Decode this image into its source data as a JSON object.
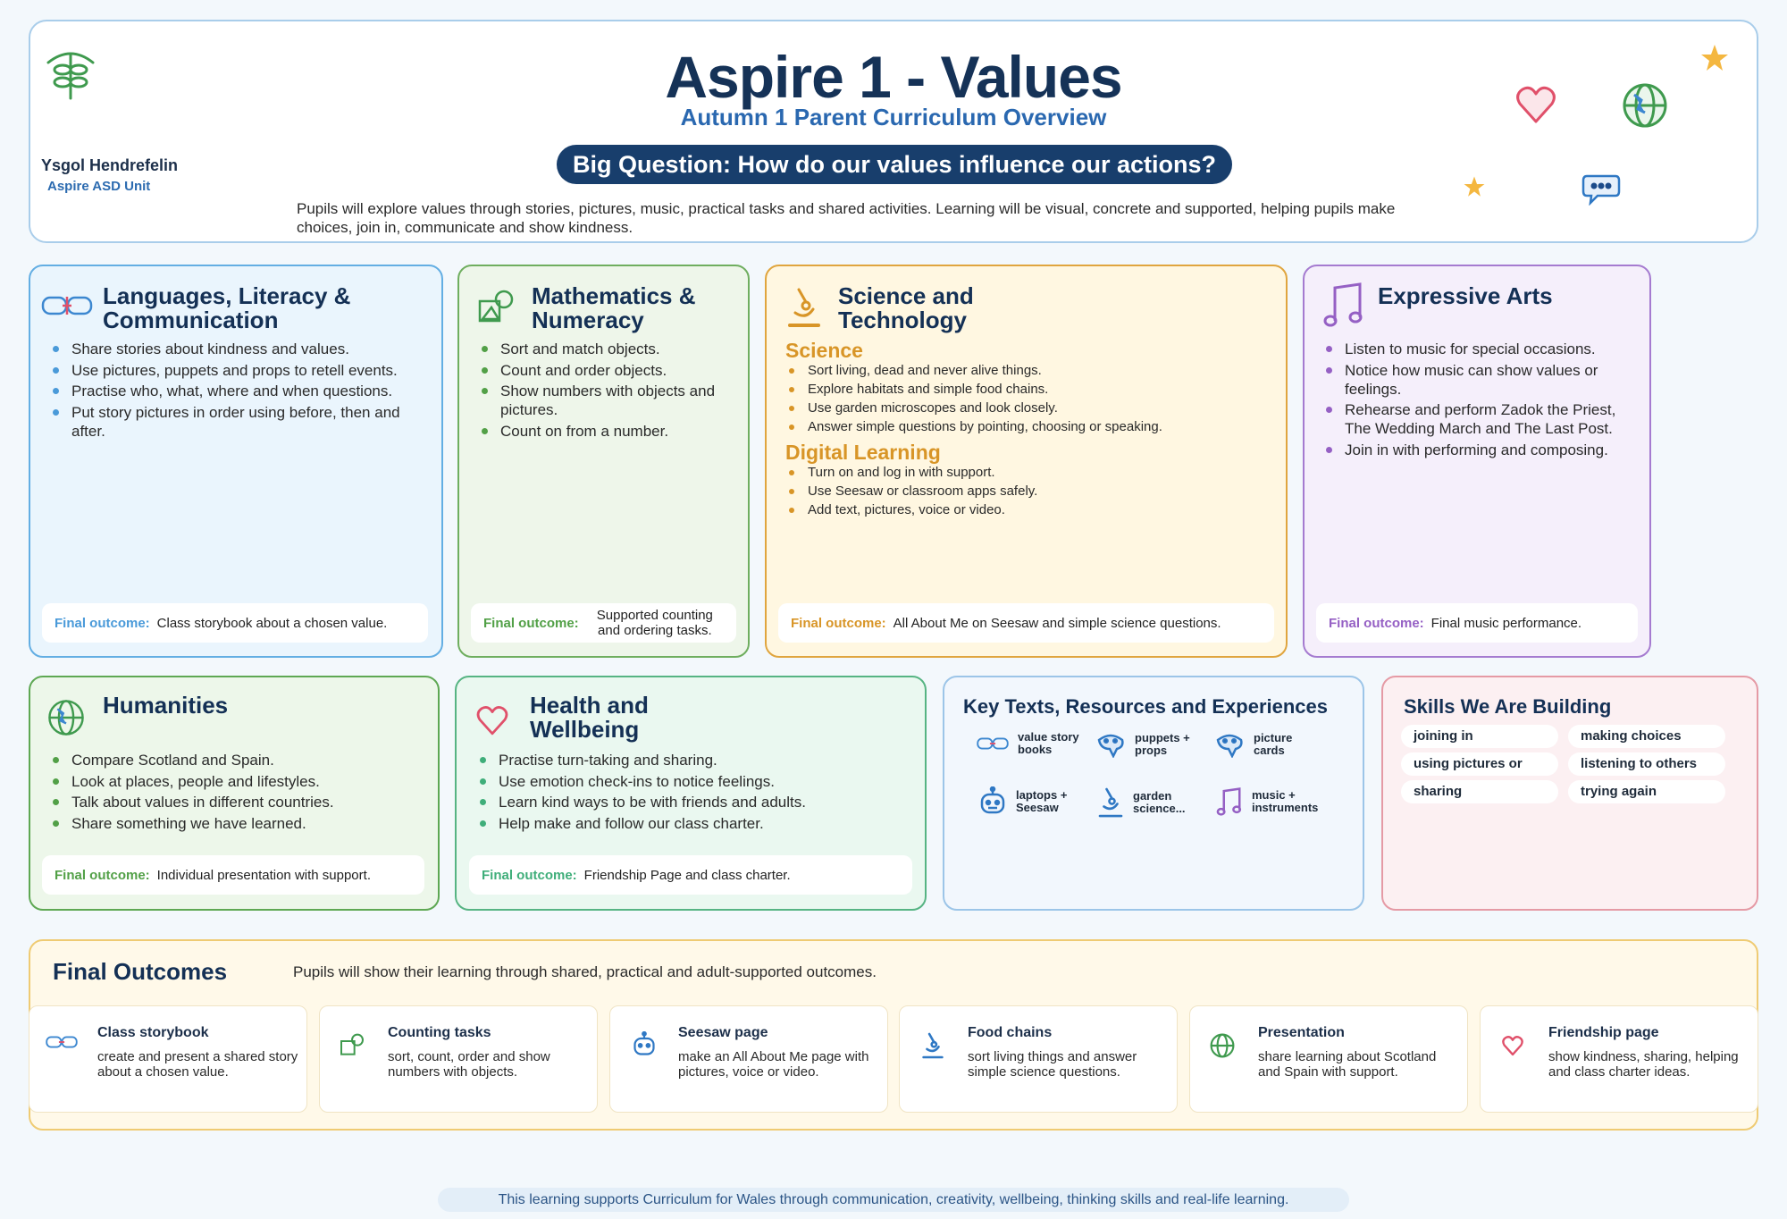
{
  "header": {
    "school_name": "Ysgol Hendrefelin",
    "unit_name": "Aspire ASD Unit",
    "title": "Aspire 1 - Values",
    "subtitle": "Autumn 1 Parent Curriculum Overview",
    "big_question": "Big Question: How do our values influence our actions?",
    "intro": "Pupils will explore values through stories, pictures, music, practical tasks and shared activities. Learning will be visual, concrete and supported, helping pupils make choices, join in, communicate and show kindness."
  },
  "outcome_label": "Final outcome:",
  "cards": {
    "languages": {
      "title": "Languages, Literacy & Communication",
      "bullets": [
        "Share stories about kindness and values.",
        "Use pictures, puppets and props to retell events.",
        "Practise who, what, where and when questions.",
        "Put story pictures in order using before, then and after."
      ],
      "outcome": "Class storybook about a chosen value.",
      "color": "#4a9ad9"
    },
    "maths": {
      "title": "Mathematics & Numeracy",
      "bullets": [
        "Sort and match objects.",
        "Count and order objects.",
        "Show numbers with objects and pictures.",
        "Count on from a number."
      ],
      "outcome": "Supported counting and ordering tasks.",
      "color": "#52a047"
    },
    "science": {
      "title": "Science and Technology",
      "science_heading": "Science",
      "science_bullets": [
        "Sort living, dead and never alive things.",
        "Explore habitats and simple food chains.",
        "Use garden microscopes and look closely.",
        "Answer simple questions by pointing, choosing or speaking."
      ],
      "digital_heading": "Digital Learning",
      "digital_bullets": [
        "Turn on and log in with support.",
        "Use Seesaw or classroom apps safely.",
        "Add text, pictures, voice or video."
      ],
      "outcome": "All About Me on Seesaw and simple science questions.",
      "color": "#d89527"
    },
    "arts": {
      "title": "Expressive Arts",
      "bullets": [
        "Listen to music for special occasions.",
        "Notice how music can show values or feelings.",
        "Rehearse and perform Zadok the Priest, The Wedding March and The Last Post.",
        "Join in with performing and composing."
      ],
      "outcome": "Final music performance.",
      "color": "#9560c4"
    },
    "humanities": {
      "title": "Humanities",
      "bullets": [
        "Compare Scotland and Spain.",
        "Look at places, people and lifestyles.",
        "Talk about values in different countries.",
        "Share something we have learned."
      ],
      "outcome": "Individual presentation with support.",
      "color": "#52a047"
    },
    "health": {
      "title": "Health and Wellbeing",
      "bullets": [
        "Practise turn-taking and sharing.",
        "Use emotion check-ins to notice feelings.",
        "Learn kind ways to be with friends and adults.",
        "Help make and follow our class charter."
      ],
      "outcome": "Friendship Page and class charter.",
      "color": "#3fae7a"
    }
  },
  "resources": {
    "title": "Key Texts, Resources and Experiences",
    "items": [
      "value story books",
      "puppets + props",
      "picture cards",
      "laptops + Seesaw",
      "garden science...",
      "music + instruments"
    ]
  },
  "skills": {
    "title": "Skills We Are Building",
    "items": [
      "joining in",
      "making choices",
      "using pictures or words",
      "listening to others",
      "sharing",
      "trying again"
    ]
  },
  "final_outcomes": {
    "title": "Final Outcomes",
    "desc": "Pupils will show their learning through shared, practical and adult-supported outcomes.",
    "items": [
      {
        "title": "Class storybook",
        "desc": "create and present a shared story about a chosen value."
      },
      {
        "title": "Counting tasks",
        "desc": "sort, count, order and show numbers with objects."
      },
      {
        "title": "Seesaw page",
        "desc": "make an All About Me page with pictures, voice or video."
      },
      {
        "title": "Food chains",
        "desc": "sort living things and answer simple science questions."
      },
      {
        "title": "Presentation",
        "desc": "share learning about Scotland and Spain with support."
      },
      {
        "title": "Friendship page",
        "desc": "show kindness, sharing, helping and class charter ideas."
      }
    ]
  },
  "footer": "This learning supports Curriculum for Wales through communication, creativity, wellbeing, thinking skills and real-life learning.",
  "icons": [
    "tree-icon",
    "heart-icon",
    "globe-icon",
    "star-icon",
    "speech-bubble-icon",
    "book-icon",
    "shapes-icon",
    "microscope-icon",
    "music-note-icon",
    "robot-icon",
    "puppet-icon"
  ]
}
